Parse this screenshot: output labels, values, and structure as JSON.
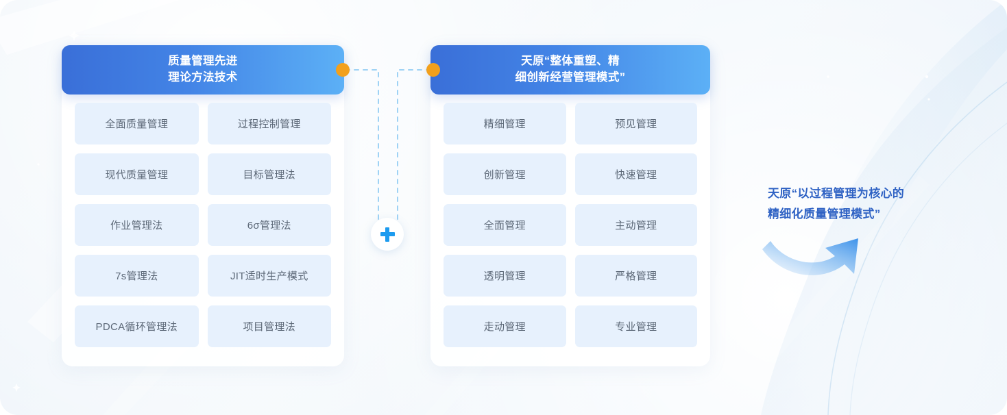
{
  "diagram": {
    "left_panel": {
      "header": "质量管理先进\n理论方法技术",
      "items": [
        "全面质量管理",
        "过程控制管理",
        "现代质量管理",
        "目标管理法",
        "作业管理法",
        "6σ管理法",
        "7s管理法",
        "JIT适时生产模式",
        "PDCA循环管理法",
        "项目管理法"
      ]
    },
    "right_panel": {
      "header": "天原“整体重塑、精\n细创新经营管理模式”",
      "items": [
        "精细管理",
        "预见管理",
        "创新管理",
        "快速管理",
        "全面管理",
        "主动管理",
        "透明管理",
        "严格管理",
        "走动管理",
        "专业管理"
      ]
    },
    "connector": {
      "operator_icon": "plus-icon",
      "left_node_icon": "orange-dot-icon",
      "right_node_icon": "orange-dot-icon"
    },
    "conclusion": {
      "text": "天原“以过程管理为核心的\n精细化质量管理模式”",
      "arrow_icon": "curved-arrow-icon"
    }
  },
  "colors": {
    "header_gradient_start": "#3a6fd8",
    "header_gradient_end": "#5cb0f6",
    "cell_bg": "#e7f1fd",
    "cell_text": "#5b6776",
    "accent_orange": "#f2a01c",
    "accent_blue": "#1d9bef",
    "conclusion_text": "#2f62c4",
    "canvas_bg": "#f1f6fb"
  }
}
